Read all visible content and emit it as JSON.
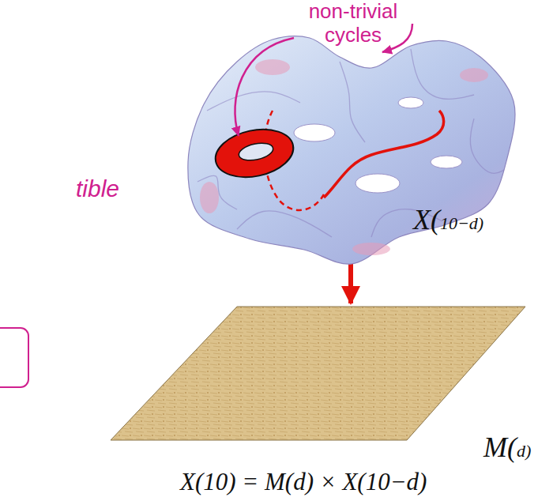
{
  "diagram": {
    "nodes": [
      {
        "text": [
          "X(10−d)"
        ]
      },
      {
        "text": [
          "M(d)"
        ]
      }
    ],
    "edges": [
      {
        "from": 0,
        "to": 1,
        "arrow": "to"
      }
    ],
    "labels": [
      "non-trivial cycles",
      "tible",
      "X(10) = M(d) × X(10−d)"
    ]
  }
}
